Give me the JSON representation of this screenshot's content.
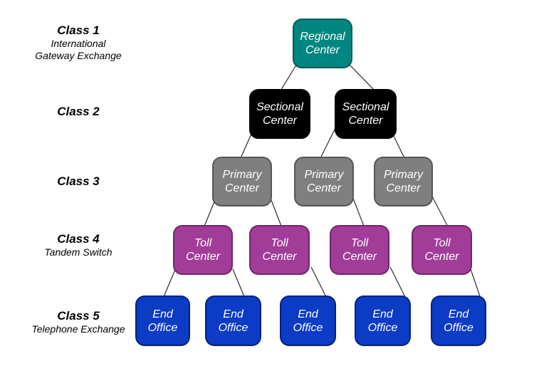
{
  "colors": {
    "background": "#FFFFFF",
    "regional_center": "#008680",
    "sectional_center": "#000000",
    "primary_center": "#7F7F7F",
    "toll_center": "#A13C99",
    "end_office": "#0C3BC6",
    "connector": "#2B2B2B",
    "node_text": "#FFFFFF",
    "label_text": "#000000"
  },
  "row_labels": [
    {
      "title": "Class 1",
      "lines": [
        "International",
        "Gateway Exchange"
      ]
    },
    {
      "title": "Class 2",
      "lines": []
    },
    {
      "title": "Class 3",
      "lines": []
    },
    {
      "title": "Class 4",
      "lines": [
        "Tandem Switch"
      ]
    },
    {
      "title": "Class 5",
      "lines": [
        "Telephone Exchange"
      ]
    }
  ],
  "nodes": {
    "regional1": {
      "line1": "Regional",
      "line2": "Center"
    },
    "sectional1": {
      "line1": "Sectional",
      "line2": "Center"
    },
    "sectional2": {
      "line1": "Sectional",
      "line2": "Center"
    },
    "primary1": {
      "line1": "Primary",
      "line2": "Center"
    },
    "primary2": {
      "line1": "Primary",
      "line2": "Center"
    },
    "primary3": {
      "line1": "Primary",
      "line2": "Center"
    },
    "toll1": {
      "line1": "Toll",
      "line2": "Center"
    },
    "toll2": {
      "line1": "Toll",
      "line2": "Center"
    },
    "toll3": {
      "line1": "Toll",
      "line2": "Center"
    },
    "toll4": {
      "line1": "Toll",
      "line2": "Center"
    },
    "end1": {
      "line1": "End",
      "line2": "Office"
    },
    "end2": {
      "line1": "End",
      "line2": "Office"
    },
    "end3": {
      "line1": "End",
      "line2": "Office"
    },
    "end4": {
      "line1": "End",
      "line2": "Office"
    },
    "end5": {
      "line1": "End",
      "line2": "Office"
    }
  },
  "edges": [
    {
      "from": "regional1",
      "to": "sectional1"
    },
    {
      "from": "regional1",
      "to": "sectional2"
    },
    {
      "from": "sectional1",
      "to": "primary1"
    },
    {
      "from": "sectional2",
      "to": "primary2"
    },
    {
      "from": "sectional2",
      "to": "primary3"
    },
    {
      "from": "primary1",
      "to": "toll1"
    },
    {
      "from": "primary1",
      "to": "toll2"
    },
    {
      "from": "primary2",
      "to": "toll3"
    },
    {
      "from": "primary3",
      "to": "toll4"
    },
    {
      "from": "toll1",
      "to": "end1"
    },
    {
      "from": "toll1",
      "to": "end2"
    },
    {
      "from": "toll2",
      "to": "end3"
    },
    {
      "from": "toll3",
      "to": "end4"
    },
    {
      "from": "toll4",
      "to": "end5"
    }
  ]
}
